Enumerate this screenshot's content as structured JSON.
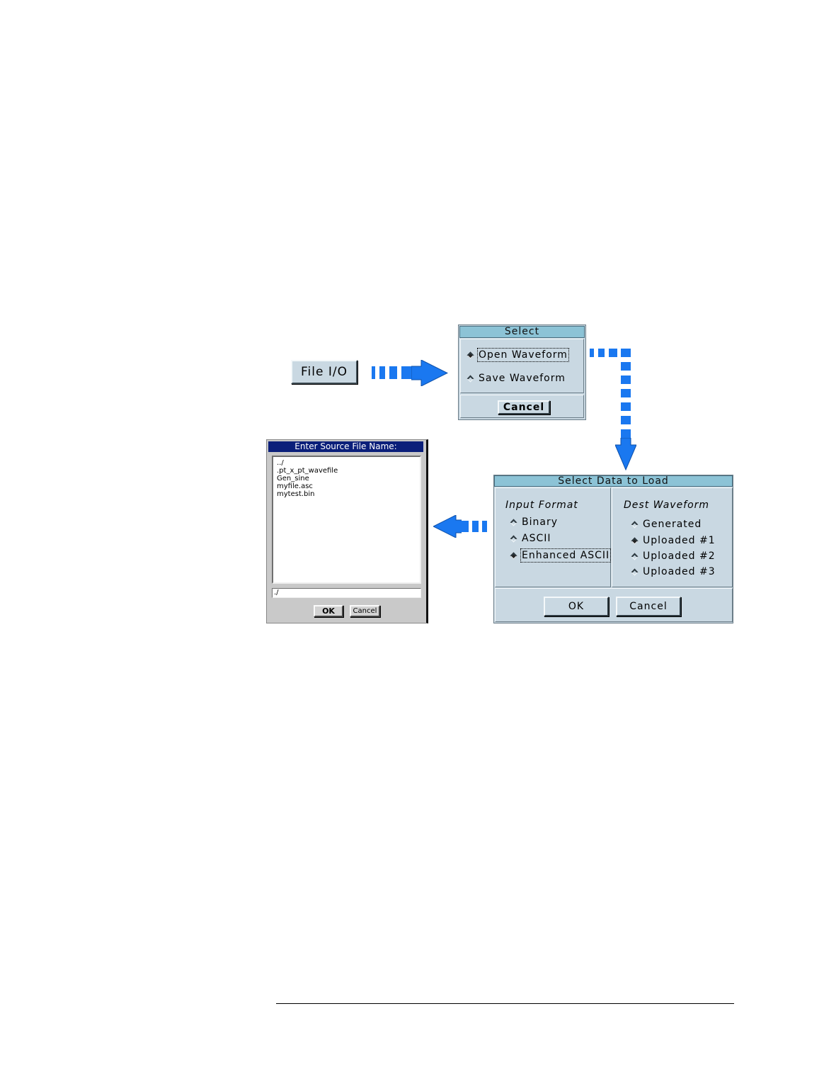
{
  "file_io_button": {
    "label": "File I/O"
  },
  "select_dialog": {
    "title": "Select",
    "options": [
      {
        "label": "Open Waveform",
        "selected": true
      },
      {
        "label": "Save Waveform",
        "selected": false
      }
    ],
    "cancel_label": "Cancel"
  },
  "load_dialog": {
    "title": "Select Data to Load",
    "input_format": {
      "heading": "Input Format",
      "options": [
        {
          "label": "Binary",
          "selected": false
        },
        {
          "label": "ASCII",
          "selected": false
        },
        {
          "label": "Enhanced ASCII",
          "selected": true
        }
      ]
    },
    "dest_waveform": {
      "heading": "Dest Waveform",
      "options": [
        {
          "label": "Generated",
          "selected": false
        },
        {
          "label": "Uploaded #1",
          "selected": true
        },
        {
          "label": "Uploaded #2",
          "selected": false
        },
        {
          "label": "Uploaded #3",
          "selected": false
        }
      ]
    },
    "ok_label": "OK",
    "cancel_label": "Cancel"
  },
  "file_dialog": {
    "title": "Enter Source File Name:",
    "files": [
      "../",
      ".pt_x_pt_wavefile",
      "Gen_sine",
      "myfile.asc",
      "mytest.bin"
    ],
    "input_value": "./",
    "ok_label": "OK",
    "cancel_label": "Cancel"
  },
  "colors": {
    "arrow": "#1a78f0",
    "dialog_bg": "#c9d8e2",
    "title_bar": "#8cc3d6",
    "file_title_bar": "#0b1f7a"
  }
}
